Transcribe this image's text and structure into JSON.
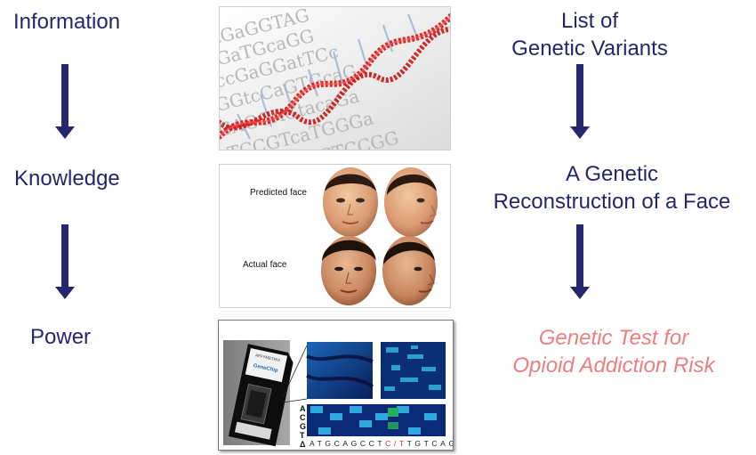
{
  "left_column": {
    "items": [
      "Information",
      "Knowledge",
      "Power"
    ]
  },
  "right_column": {
    "item1": [
      "List of",
      "Genetic Variants"
    ],
    "item2": [
      "A Genetic",
      "Reconstruction of a Face"
    ],
    "item3": [
      "Genetic Test for",
      "Opioid Addiction Risk"
    ]
  },
  "dna_image": {
    "lines": [
      "aGtGaGGTAG",
      "TaaGaTGcaGG",
      "acccGaGGatTCc",
      "CaGGtcCaGTGcaG",
      "tCAGGAGtacaGa",
      "ccTCCGTcaTGGGa",
      "GAGTaGCCTCCGG"
    ]
  },
  "face_panel": {
    "predicted_label": "Predicted face",
    "actual_label": "Actual face"
  },
  "chip_panel": {
    "chip_brand": "AFFYMETRIX",
    "chip_name": "GeneChip",
    "acgt_labels": [
      "A",
      "C",
      "G",
      "T",
      "Δ"
    ],
    "sequence_before": "ATGCAGCCT",
    "sequence_highlight": "C/T",
    "sequence_after": "TGTCAG"
  },
  "colors": {
    "label_text": "#26266e",
    "arrow": "#26266e",
    "accent_text": "#ee7f7f",
    "dna_helix": "#d91f1f",
    "heatmap_dark": "#0a1e5a",
    "heatmap_light": "#2fb4e0"
  }
}
